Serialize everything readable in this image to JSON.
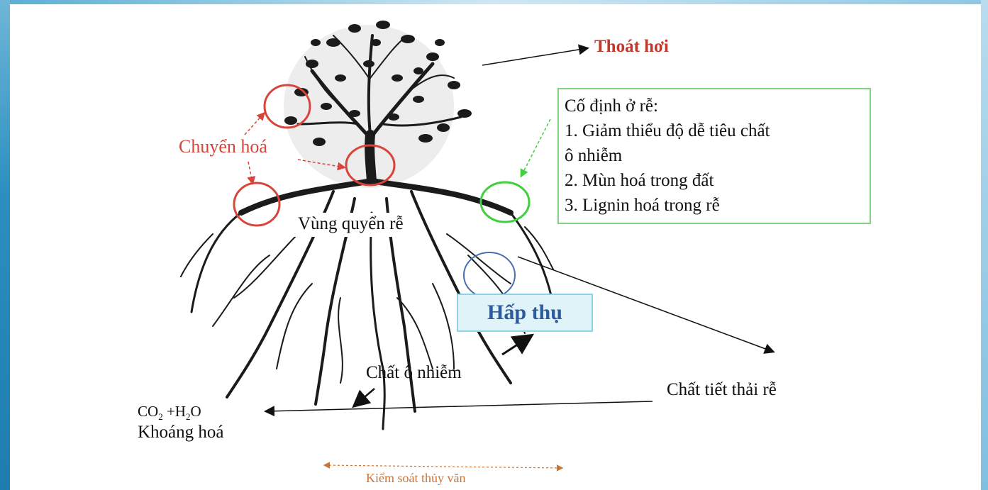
{
  "labels": {
    "transpiration": "Thoát hơi",
    "transformation": "Chuyển hoá",
    "rhizosphere": "Vùng quyển rễ",
    "absorption": "Hấp thụ",
    "pollutant": "Chất ô nhiễm",
    "root_exudate": "Chất tiết thải rễ",
    "co2_part": "CO",
    "co2_sub": "2",
    "plus_h": " +H",
    "h2o_sub": "2",
    "o_part": "O",
    "mineralization": "Khoáng hoá",
    "hydrology_control": "Kiểm soát thủy văn"
  },
  "fixation_box": {
    "title": "Cố định ở rễ:",
    "items": [
      "1. Giảm thiểu độ dễ tiêu chất",
      "ô nhiễm",
      "2. Mùn hoá trong đất",
      "3. Lignin hoá trong rễ"
    ]
  },
  "colors": {
    "transformation_red": "#d9443a",
    "fixation_green": "#3fcf3f",
    "absorb_blue": "#2c5a9a",
    "hydrology_orange": "#c8743a"
  }
}
